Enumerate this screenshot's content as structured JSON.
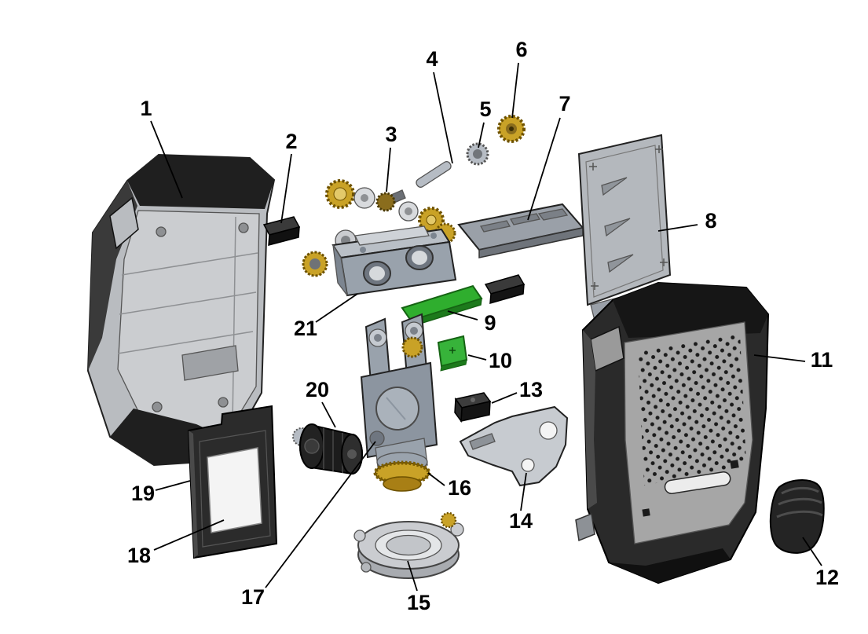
{
  "diagram": {
    "type": "exploded-parts-diagram",
    "subject": "Exploded view of a cross-line laser level with numbered part callouts",
    "background": "#ffffff",
    "callout_color": "#000000",
    "colors": {
      "housing_dark": "#2a2a2a",
      "housing_light": "#b9bcc0",
      "inner_face": "#a6a6a6",
      "metal_gray": "#99a2ac",
      "brass": "#c9a227",
      "pcb_green": "#2fae2e"
    },
    "callouts": [
      {
        "number": "1"
      },
      {
        "number": "2"
      },
      {
        "number": "3"
      },
      {
        "number": "4"
      },
      {
        "number": "5"
      },
      {
        "number": "6"
      },
      {
        "number": "7"
      },
      {
        "number": "8"
      },
      {
        "number": "9"
      },
      {
        "number": "10"
      },
      {
        "number": "11"
      },
      {
        "number": "12"
      },
      {
        "number": "13"
      },
      {
        "number": "14"
      },
      {
        "number": "15"
      },
      {
        "number": "16"
      },
      {
        "number": "17"
      },
      {
        "number": "18"
      },
      {
        "number": "19"
      },
      {
        "number": "20"
      },
      {
        "number": "21"
      }
    ]
  }
}
